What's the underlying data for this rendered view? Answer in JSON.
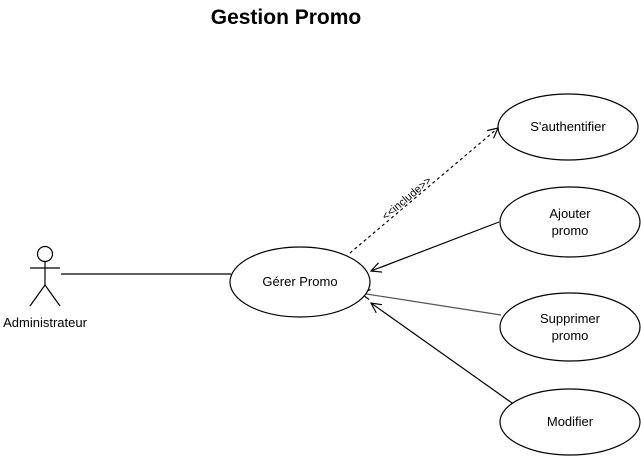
{
  "diagram": {
    "title": "Gestion Promo",
    "actor": {
      "label": "Administrateur"
    },
    "central_use_case": {
      "label": "Gérer Promo"
    },
    "use_cases": {
      "authentifier": {
        "lines": [
          "S'authentifier"
        ]
      },
      "ajouter": {
        "lines": [
          "Ajouter",
          "promo"
        ]
      },
      "supprimer": {
        "lines": [
          "Supprimer",
          "promo"
        ]
      },
      "modifier": {
        "lines": [
          "Modifier"
        ]
      }
    },
    "include_stereotype": "<<include>>"
  }
}
